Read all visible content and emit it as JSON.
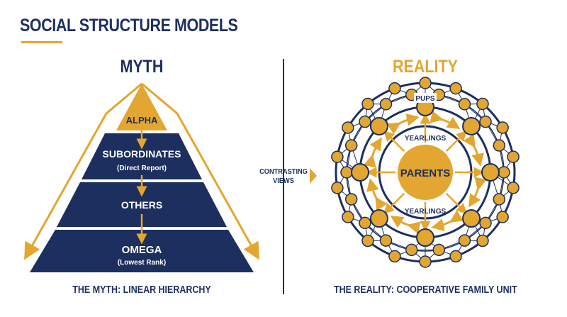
{
  "title": "SOCIAL STRUCTURE MODELS",
  "myth": {
    "heading": "MYTH",
    "levels": [
      {
        "name": "ALPHA",
        "sub": ""
      },
      {
        "name": "SUBORDINATES",
        "sub": "(Direct Report)"
      },
      {
        "name": "OTHERS",
        "sub": ""
      },
      {
        "name": "OMEGA",
        "sub": "(Lowest Rank)"
      }
    ],
    "caption": "THE MYTH: LINEAR HIERARCHY"
  },
  "center": {
    "label": "CONTRASTING\nVIEWS"
  },
  "reality": {
    "heading": "REALITY",
    "core": "PARENTS",
    "rings": {
      "top_outer": "PUPS",
      "top_inner": "YEARLINGS",
      "bottom_inner": "YEARLINGS"
    },
    "caption": "THE REALITY: COOPERATIVE FAMILY UNIT"
  },
  "colors": {
    "navy": "#1c2f5e",
    "gold": "#e3a630",
    "white": "#ffffff"
  }
}
